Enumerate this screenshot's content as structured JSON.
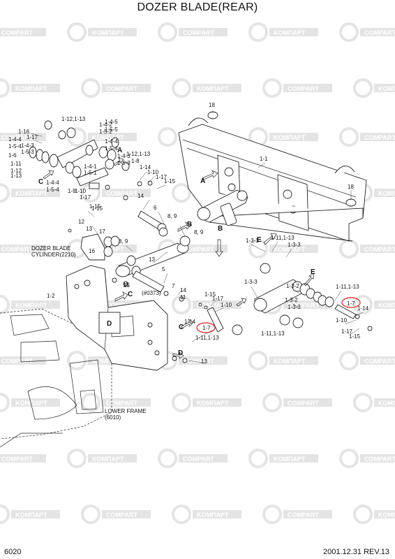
{
  "title": "DOZER BLADE(REAR)",
  "page_number": "6020",
  "revision": "2001.12.31 REV.13",
  "watermark": {
    "texts": [
      "COMPART",
      "KOMПAPT"
    ],
    "color": "#e4e4e4"
  },
  "highlight_color": "#dd2222",
  "callouts": {
    "dozer_blade_cylinder": "DOZER BLADE\nCYLINDER(2210)",
    "lower_frame": "LOWER FRAME\n(6010)",
    "ref_0373": "(#0373)"
  },
  "view_letters": [
    "A",
    "B",
    "C",
    "D",
    "E"
  ],
  "part_labels": [
    "18",
    "1-1",
    "18",
    "1-12,1-13",
    "1-4-2",
    "1-5-2",
    "1-4-5",
    "1-5-5",
    "1-16",
    "1-17",
    "1-4-4",
    "1-5-4",
    "1-4-3",
    "1-5-3",
    "1-6",
    "1-11",
    "1-12",
    "1-13",
    "1-4-3",
    "1-5-3",
    "1-4-4",
    "1-5-4",
    "1-12,1-13",
    "1-8",
    "1-4-1",
    "1-5-1",
    "1-4-4",
    "1-5-4",
    "1-14",
    "1-10",
    "1-17",
    "1-15",
    "1-10",
    "1-17",
    "1-15",
    "14",
    "6",
    "12",
    "13",
    "8, 9",
    "8, 9",
    "17",
    "8, 9",
    "16",
    "13",
    "5",
    "15",
    "7",
    "14",
    "11",
    "1-2",
    "1-15",
    "1-17",
    "1-10",
    "1-14",
    "1-7",
    "1-11,1-13",
    "1-3-1",
    "1-11,1-13",
    "1-3-3",
    "1-3-3",
    "1-3-2",
    "1-3-2",
    "1-3-3",
    "1-11,1-13",
    "1-7",
    "1-14",
    "1-11,1-13",
    "1-10",
    "1-17",
    "1-15",
    "15",
    "13",
    "1-9",
    "1-15"
  ]
}
